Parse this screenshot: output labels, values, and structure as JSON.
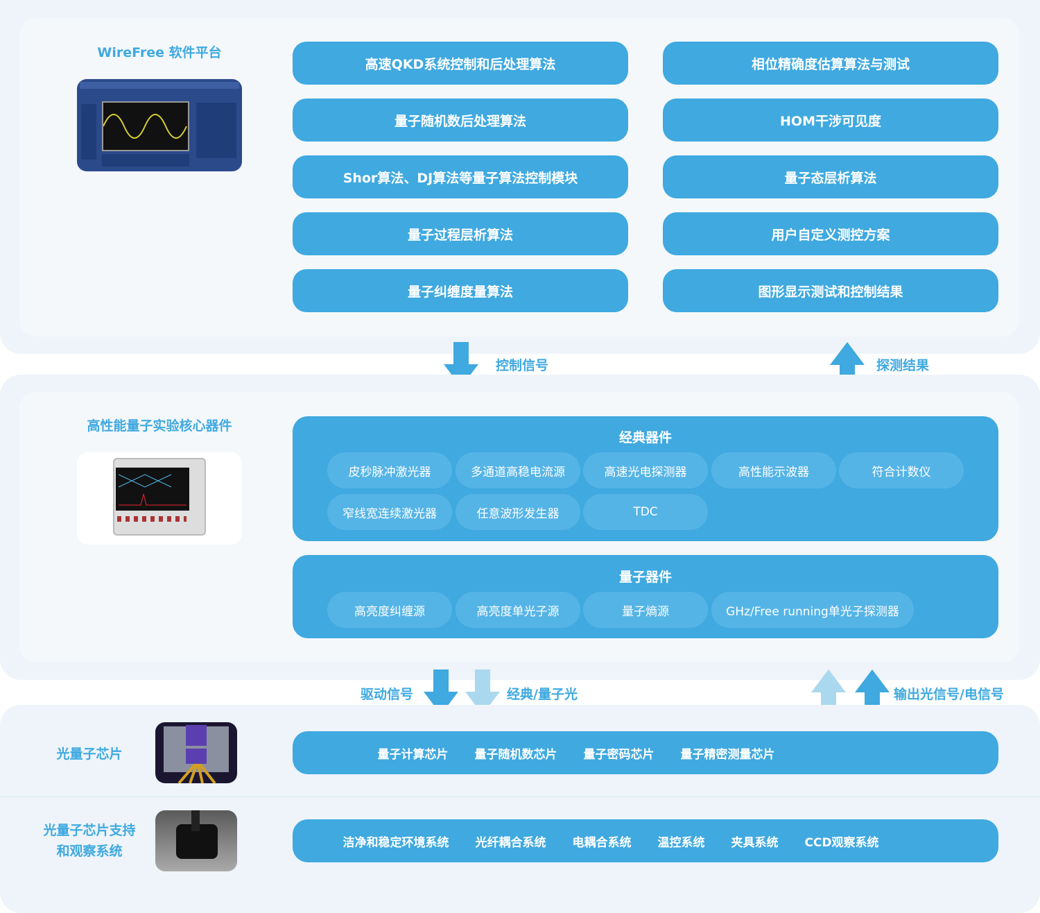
{
  "software": {
    "title": "WireFree 软件平台",
    "left_buttons": [
      "高速QKD系统控制和后处理算法",
      "量子随机数后处理算法",
      "Shor算法、DJ算法等量子算法控制模块",
      "量子过程层析算法",
      "量子纠缠度量算法"
    ],
    "right_buttons": [
      "相位精确度估算算法与测试",
      "HOM干涉可见度",
      "量子态层析算法",
      "用户自定义测控方案",
      "图形显示测试和控制结果"
    ]
  },
  "arrows_top": {
    "down_label": "控制信号",
    "up_label": "探测结果"
  },
  "devices": {
    "title": "高性能量子实验核心器件",
    "classical": {
      "title": "经典器件",
      "items": [
        "皮秒脉冲激光器",
        "多通道高稳电流源",
        "高速光电探测器",
        "高性能示波器",
        "符合计数仪",
        "窄线宽连续激光器",
        "任意波形发生器",
        "TDC"
      ]
    },
    "quantum": {
      "title": "量子器件",
      "items": [
        "高亮度纠缠源",
        "高亮度单光子源",
        "量子熵源",
        "GHz/Free running单光子探测器"
      ]
    }
  },
  "arrows_bottom": {
    "drive_label": "驱动信号",
    "light_label": "经典/量子光",
    "output_label": "输出光信号/电信号"
  },
  "chips": {
    "title": "光量子芯片",
    "items": [
      "量子计算芯片",
      "量子随机数芯片",
      "量子密码芯片",
      "量子精密测量芯片"
    ]
  },
  "support": {
    "title_line1": "光量子芯片支持",
    "title_line2": "和观察系统",
    "items": [
      "洁净和稳定环境系统",
      "光纤耦合系统",
      "电耦合系统",
      "温控系统",
      "夹具系统",
      "CCD观察系统"
    ]
  },
  "colors": {
    "primary": "#3fa9e0",
    "light_arrow": "#a9d8ef",
    "panel": "#eef4f9"
  }
}
